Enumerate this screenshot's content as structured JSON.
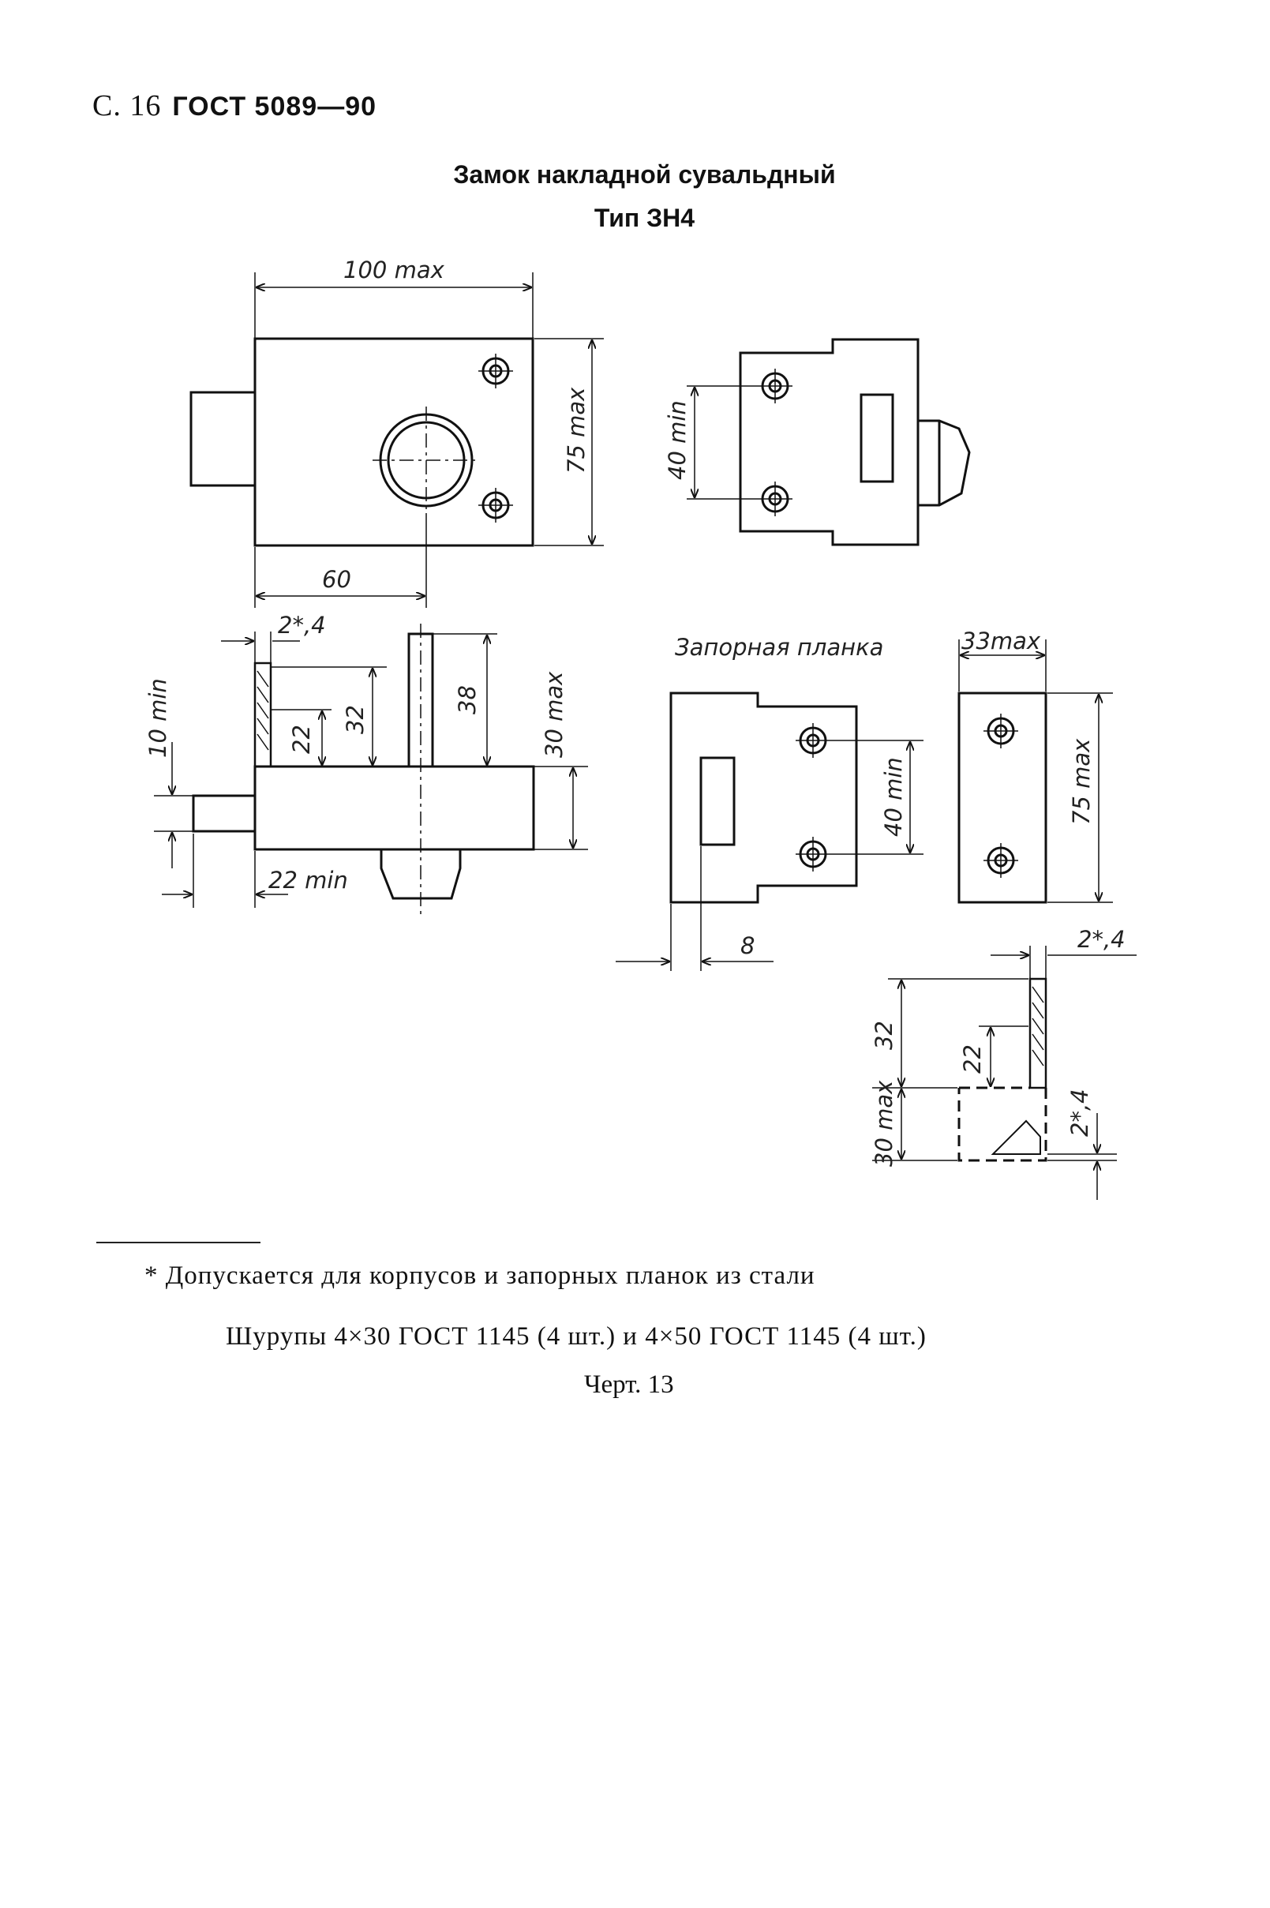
{
  "header": {
    "page": "С. 16",
    "standard": "ГОСТ 5089—90"
  },
  "title": {
    "line1": "Замок накладной сувальдный",
    "line2": "Тип ЗН4"
  },
  "drawing": {
    "labels": {
      "width_100": "100 max",
      "height_75": "75 max",
      "dim_60": "60",
      "dim_40": "40 min",
      "dim_2_4": "2*,4",
      "dim_10": "10 min",
      "dim_22": "22",
      "dim_32": "32",
      "dim_38": "38",
      "dim_30": "30 max",
      "dim_22min": "22 min",
      "strike_caption": "Запорная планка",
      "dim_33": "33max",
      "dim_40b": "40 min",
      "dim_75b": "75 max",
      "dim_8": "8",
      "dim_2_4b": "2*,4",
      "dim_32b": "32",
      "dim_22b": "22",
      "dim_30b": "30 max",
      "dim_2_4c": "2*,4"
    }
  },
  "footnote": "* Допускается для корпусов и запорных планок из стали",
  "screws": "Шурупы 4×30 ГОСТ 1145 (4 шт.) и 4×50 ГОСТ 1145 (4 шт.)",
  "figure_label": "Черт. 13"
}
